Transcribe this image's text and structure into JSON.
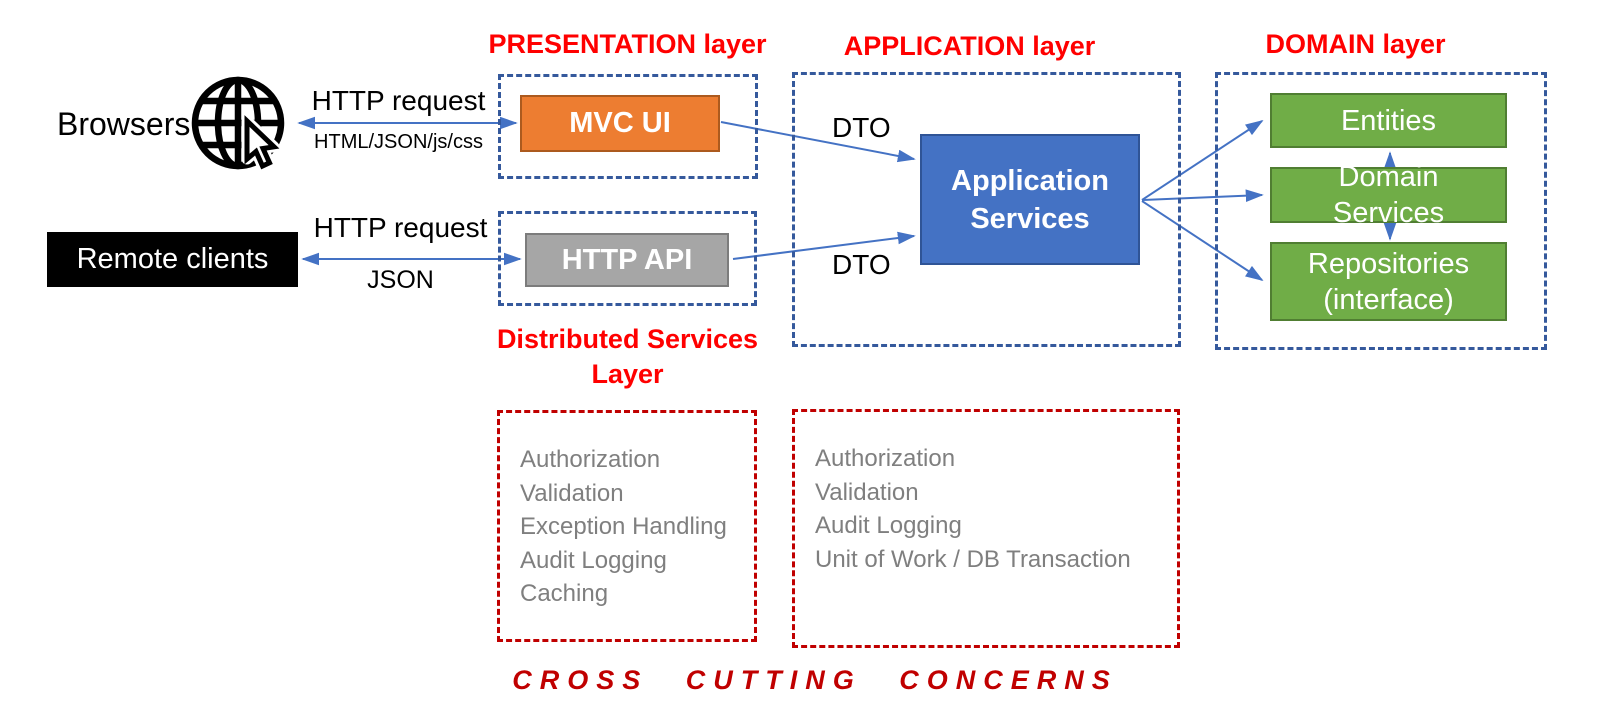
{
  "left": {
    "browsers_label": "Browsers",
    "remote_clients_label": "Remote clients",
    "browser_arrow": {
      "top_label": "HTTP request",
      "bottom_label": "HTML/JSON/js/css"
    },
    "client_arrow": {
      "top_label": "HTTP request",
      "bottom_label": "JSON"
    }
  },
  "presentation_layer": {
    "title": "PRESENTATION layer",
    "mvc_ui_label": "MVC UI"
  },
  "distributed_layer": {
    "title": "Distributed Services Layer",
    "http_api_label": "HTTP API"
  },
  "application_layer": {
    "title": "APPLICATION layer",
    "app_services_label": "Application Services",
    "dto_top_label": "DTO",
    "dto_bottom_label": "DTO"
  },
  "domain_layer": {
    "title": "DOMAIN layer",
    "entities_label": "Entities",
    "domain_services_label": "Domain Services",
    "repositories_label": "Repositories (interface)"
  },
  "cross_cutting": {
    "presentation_concerns": [
      "Authorization",
      "Validation",
      "Exception Handling",
      "Audit Logging",
      "Caching"
    ],
    "application_concerns": [
      "Authorization",
      "Validation",
      "Audit Logging",
      "Unit of Work / DB Transaction"
    ],
    "footer_label": "CROSS CUTTING CONCERNS"
  },
  "colors": {
    "accent_orange": "#ED7D31",
    "accent_blue": "#4472C4",
    "accent_green": "#70AD47",
    "accent_gray": "#A6A6A6",
    "title_red": "#FF0000",
    "cross_cutting_red": "#C00000",
    "dashed_blue_border": "#35599C"
  }
}
